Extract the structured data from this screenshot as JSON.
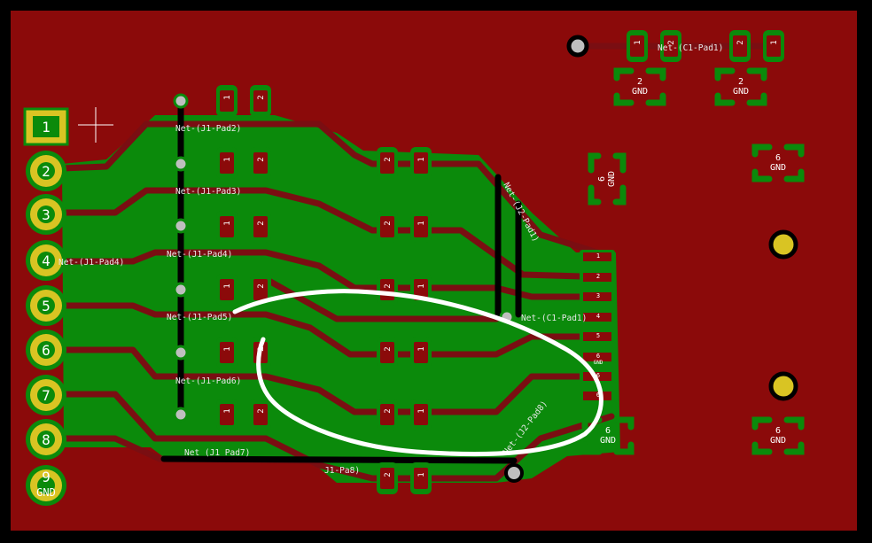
{
  "colors": {
    "background": "#000000",
    "board_copper": "#8B0A0A",
    "top_copper": "#0B8A0B",
    "track": "#7A0E12",
    "pad_outline": "#0B8A0B",
    "pad_ring": "#D9C423",
    "via": "#BFBFBF",
    "text": "#E8E8E8",
    "annotation": "#FFFFFF"
  },
  "connector_pads": [
    "1",
    "2",
    "3",
    "4",
    "5",
    "6",
    "7",
    "8",
    "9"
  ],
  "connector_gnd_label": "GND",
  "net_labels": {
    "j1_pad2": "Net-(J1-Pad2)",
    "j1_pad3": "Net-(J1-Pad3)",
    "j1_pad4_left": "Net-(J1-Pad4)",
    "j1_pad4": "Net-(J1-Pad4)",
    "j1_pad5": "Net-(J1-Pad5)",
    "j1_pad6": "Net-(J1-Pad6)",
    "j1_pad7": "Net (J1 Pad7)",
    "j1_pad8": "J1-Pa8)",
    "c1_pad1_top": "Net-(C1-Pad1)",
    "c1_pad1_mid": "Net-(C1-Pad1)",
    "j2_pad1": "Net-(J2-Pad1)",
    "j2_pad8": "Net-(J2-Pad8)"
  },
  "smd_pad_labels": {
    "one": "1",
    "two": "2"
  },
  "header_pins": [
    "1",
    "2",
    "3",
    "4",
    "5",
    "6",
    "6",
    "6"
  ],
  "gnd_pads": [
    {
      "num": "2",
      "net": "GND"
    },
    {
      "num": "2",
      "net": "GND"
    },
    {
      "num": "6",
      "net": "GND"
    },
    {
      "num": "6",
      "net": "GND"
    },
    {
      "num": "6",
      "net": "GND"
    },
    {
      "num": "6",
      "net": "GND"
    }
  ],
  "header_pin6_net": "GND"
}
